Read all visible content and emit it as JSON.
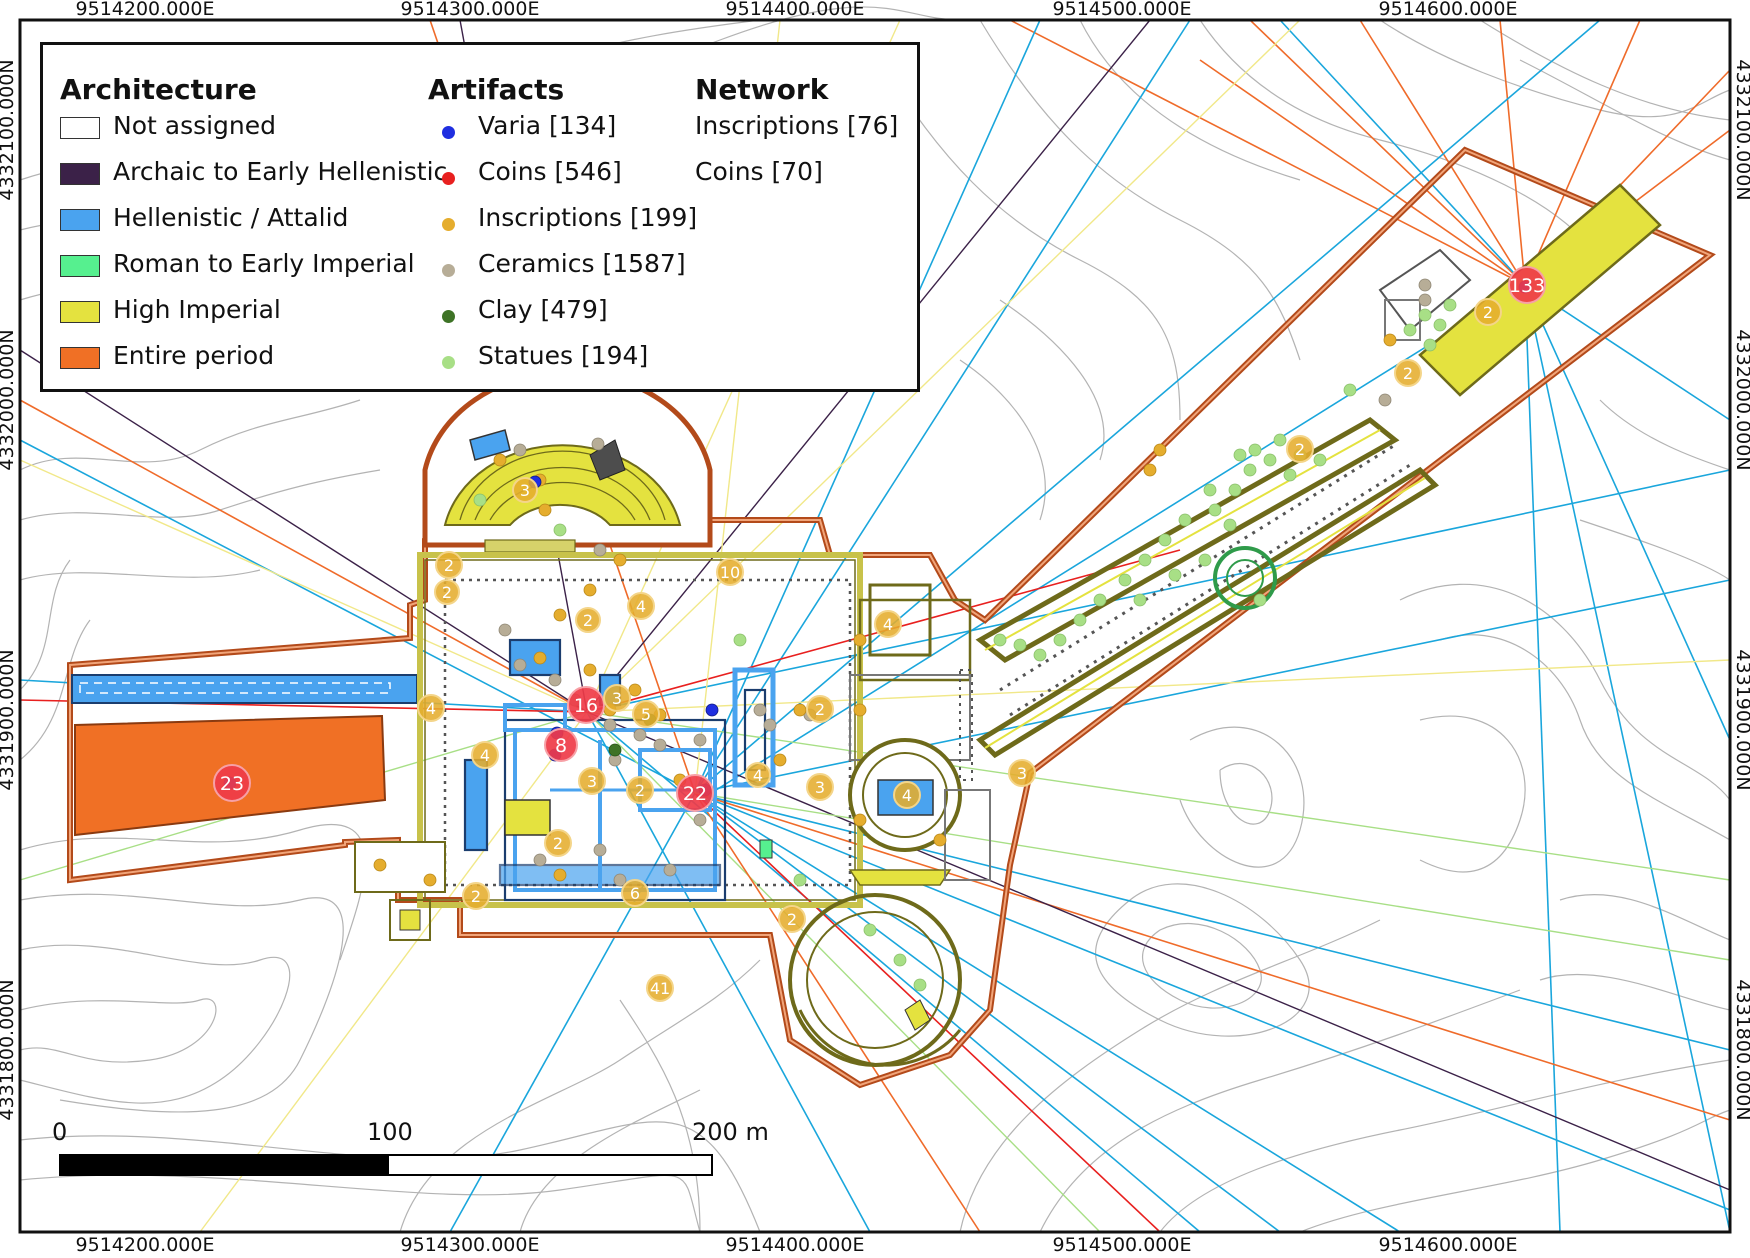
{
  "coords": {
    "top": [
      "9514200.000E",
      "9514300.000E",
      "9514400.000E",
      "9514500.000E",
      "9514600.000E"
    ],
    "bottom": [
      "9514200.000E",
      "9514300.000E",
      "9514400.000E",
      "9514500.000E",
      "9514600.000E"
    ],
    "left": [
      "4332100.000N",
      "4332000.000N",
      "4331900.000N",
      "4331800.000N"
    ],
    "right": [
      "4332100.000N",
      "4332000.000N",
      "4331900.000N",
      "4331800.000N"
    ]
  },
  "legend": {
    "architecture": {
      "title": "Architecture",
      "items": [
        {
          "label": "Not assigned",
          "color": "#ffffff"
        },
        {
          "label": "Archaic to Early Hellenistic",
          "color": "#3b2148"
        },
        {
          "label": "Hellenistic / Attalid",
          "color": "#4aa3ef"
        },
        {
          "label": "Roman to Early Imperial",
          "color": "#56f08f"
        },
        {
          "label": "High Imperial",
          "color": "#e4e23f"
        },
        {
          "label": "Entire period",
          "color": "#f07025"
        }
      ]
    },
    "artifacts": {
      "title": "Artifacts",
      "items": [
        {
          "label": "Varia [134]",
          "color": "#1f2ee0"
        },
        {
          "label": "Coins [546]",
          "color": "#e8201f"
        },
        {
          "label": "Inscriptions [199]",
          "color": "#e5ad2e"
        },
        {
          "label": "Ceramics [1587]",
          "color": "#b7ad97"
        },
        {
          "label": "Clay [479]",
          "color": "#3e7326"
        },
        {
          "label": "Statues [194]",
          "color": "#a8df86"
        }
      ]
    },
    "network": {
      "title": "Network",
      "items": [
        {
          "label": "Inscriptions [76]",
          "color": "#1aa6dc"
        },
        {
          "label": "Coins [70]",
          "color": "#ef6b2a"
        }
      ]
    }
  },
  "scale_bar": {
    "labels": [
      "0",
      "100",
      "200 m"
    ]
  },
  "clusters": [
    {
      "label": "23",
      "kind": "coins"
    },
    {
      "label": "16",
      "kind": "coins"
    },
    {
      "label": "8",
      "kind": "coins"
    },
    {
      "label": "22",
      "kind": "coins"
    },
    {
      "label": "133",
      "kind": "coins"
    },
    {
      "label": "2",
      "kind": "inscriptions"
    },
    {
      "label": "2",
      "kind": "inscriptions"
    },
    {
      "label": "3",
      "kind": "inscriptions"
    },
    {
      "label": "4",
      "kind": "inscriptions"
    },
    {
      "label": "2",
      "kind": "inscriptions"
    },
    {
      "label": "10",
      "kind": "inscriptions"
    },
    {
      "label": "4",
      "kind": "inscriptions"
    },
    {
      "label": "4",
      "kind": "inscriptions"
    },
    {
      "label": "3",
      "kind": "inscriptions"
    },
    {
      "label": "5",
      "kind": "inscriptions"
    },
    {
      "label": "3",
      "kind": "inscriptions"
    },
    {
      "label": "2",
      "kind": "inscriptions"
    },
    {
      "label": "2",
      "kind": "inscriptions"
    },
    {
      "label": "2",
      "kind": "inscriptions"
    },
    {
      "label": "4",
      "kind": "inscriptions"
    },
    {
      "label": "3",
      "kind": "inscriptions"
    },
    {
      "label": "4",
      "kind": "inscriptions"
    },
    {
      "label": "6",
      "kind": "inscriptions"
    },
    {
      "label": "2",
      "kind": "inscriptions"
    },
    {
      "label": "2",
      "kind": "inscriptions"
    },
    {
      "label": "41",
      "kind": "inscriptions"
    },
    {
      "label": "3",
      "kind": "inscriptions"
    },
    {
      "label": "2",
      "kind": "inscriptions"
    },
    {
      "label": "2",
      "kind": "inscriptions"
    },
    {
      "label": "2",
      "kind": "inscriptions"
    },
    {
      "label": "4",
      "kind": "inscriptions"
    }
  ]
}
